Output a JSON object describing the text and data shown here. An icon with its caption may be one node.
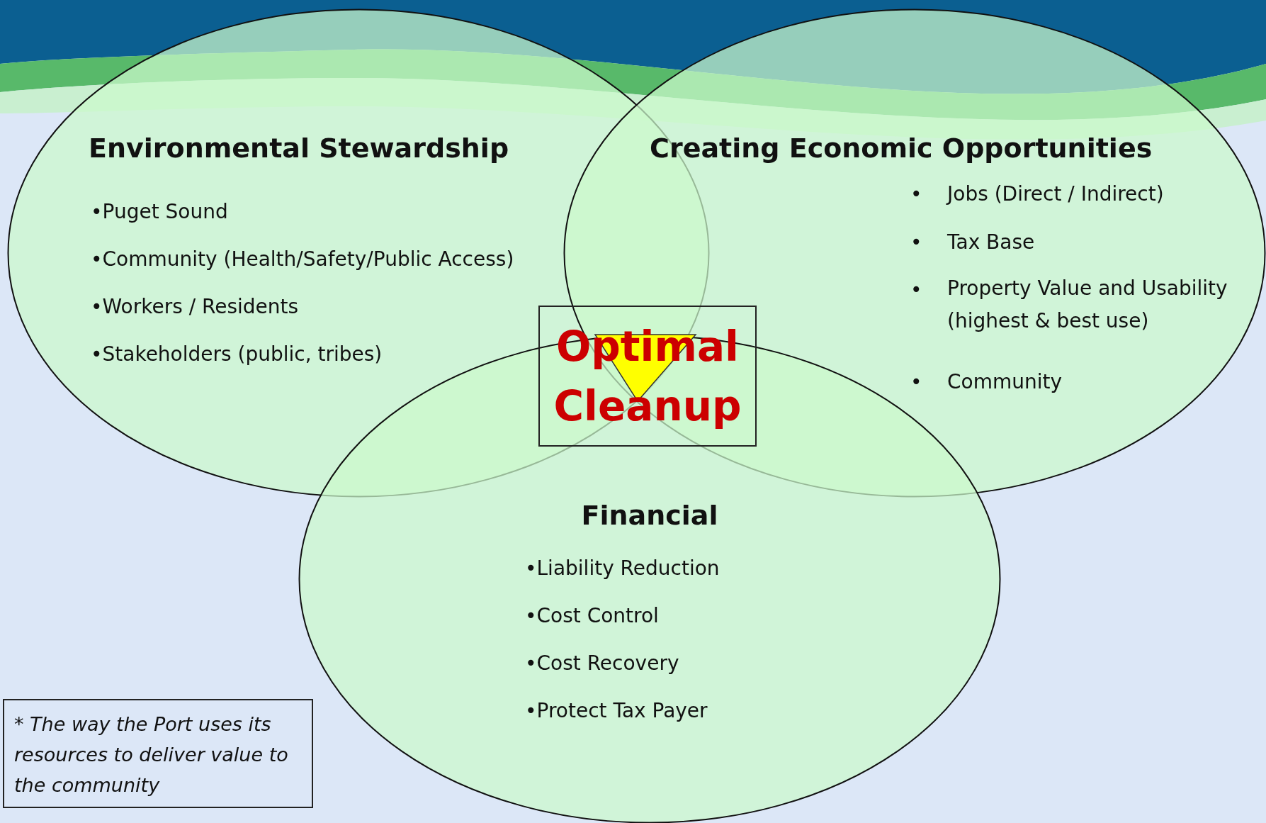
{
  "diagram": {
    "nodes": [
      {
        "text": [
          "Environmental Stewardship",
          "•Puget Sound",
          "•Community (Health/Safety/Public Access)",
          "•Workers / Residents",
          "•Stakeholders (public, tribes)"
        ]
      },
      {
        "text": [
          "Creating Economic  Opportunities",
          "•",
          "Jobs (Direct / Indirect)",
          "•",
          "Tax Base",
          "•",
          "Property Value and Usability (highest & best use)",
          "•",
          "Community"
        ]
      },
      {
        "text": [
          "Financial",
          "•Liability Reduction",
          "•Cost Control",
          "•Cost Recovery",
          "•Protect Tax Payer"
        ]
      },
      {
        "text": [
          "Optimal Cleanup"
        ]
      },
      {
        "text": [
          "* The way the Port uses its resources to deliver value to the community"
        ]
      }
    ],
    "edges": []
  }
}
